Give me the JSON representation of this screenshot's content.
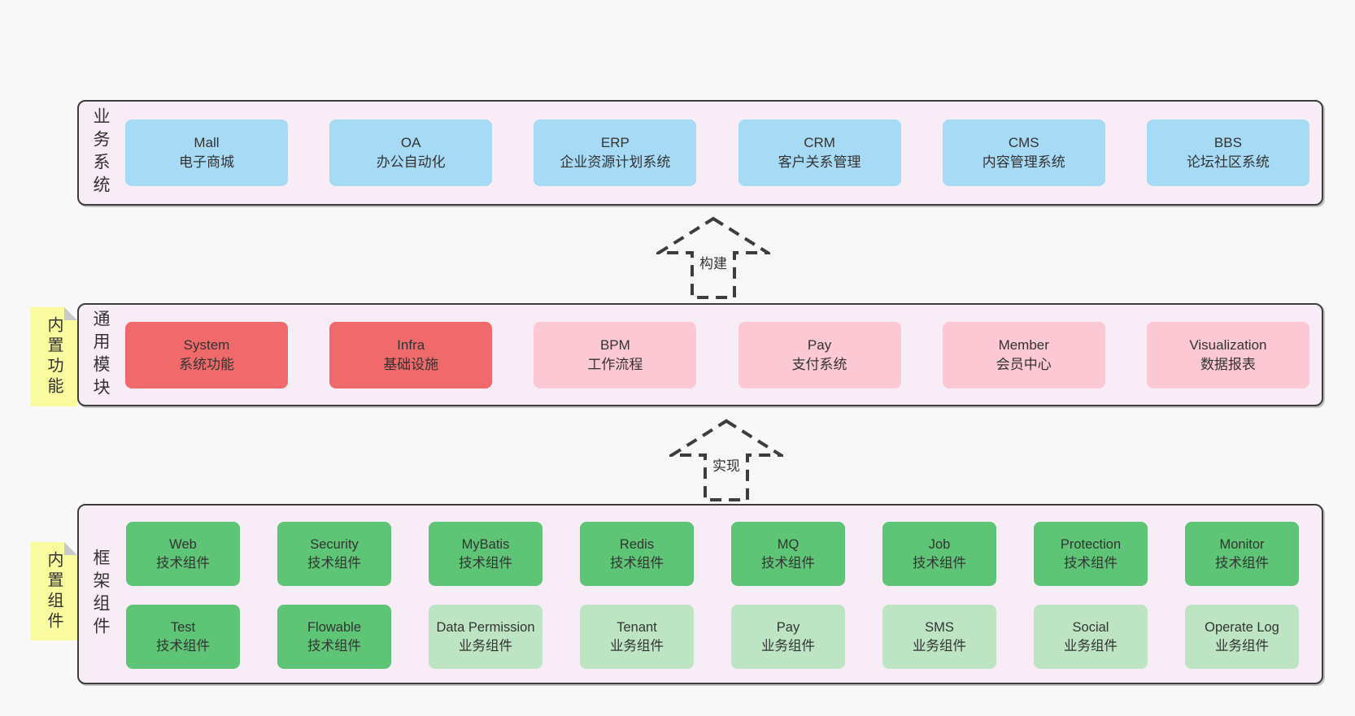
{
  "colors": {
    "page_background": "#f8f8f8",
    "container_background": "#f8edf7",
    "container_border": "#3d3d3d",
    "box_blue": "#a7daf5",
    "box_red": "#f0696b",
    "box_pink": "#fbc8d3",
    "box_green": "#5ec476",
    "box_green_light": "#bde5c4",
    "note_yellow": "#fafa9e",
    "text": "#333333"
  },
  "sections": {
    "business": {
      "label": "业务系统",
      "boxes": [
        {
          "title": "Mall",
          "subtitle": "电子商城",
          "variant": "blue"
        },
        {
          "title": "OA",
          "subtitle": "办公自动化",
          "variant": "blue"
        },
        {
          "title": "ERP",
          "subtitle": "企业资源计划系统",
          "variant": "blue"
        },
        {
          "title": "CRM",
          "subtitle": "客户关系管理",
          "variant": "blue"
        },
        {
          "title": "CMS",
          "subtitle": "内容管理系统",
          "variant": "blue"
        },
        {
          "title": "BBS",
          "subtitle": "论坛社区系统",
          "variant": "blue"
        }
      ]
    },
    "modules": {
      "label": "通用模块",
      "note": "内置功能",
      "boxes": [
        {
          "title": "System",
          "subtitle": "系统功能",
          "variant": "red"
        },
        {
          "title": "Infra",
          "subtitle": "基础设施",
          "variant": "red"
        },
        {
          "title": "BPM",
          "subtitle": "工作流程",
          "variant": "pink"
        },
        {
          "title": "Pay",
          "subtitle": "支付系统",
          "variant": "pink"
        },
        {
          "title": "Member",
          "subtitle": "会员中心",
          "variant": "pink"
        },
        {
          "title": "Visualization",
          "subtitle": "数据报表",
          "variant": "pink"
        }
      ]
    },
    "components": {
      "label": "框架组件",
      "note": "内置组件",
      "row1": [
        {
          "title": "Web",
          "subtitle": "技术组件",
          "variant": "green"
        },
        {
          "title": "Security",
          "subtitle": "技术组件",
          "variant": "green"
        },
        {
          "title": "MyBatis",
          "subtitle": "技术组件",
          "variant": "green"
        },
        {
          "title": "Redis",
          "subtitle": "技术组件",
          "variant": "green"
        },
        {
          "title": "MQ",
          "subtitle": "技术组件",
          "variant": "green"
        },
        {
          "title": "Job",
          "subtitle": "技术组件",
          "variant": "green"
        },
        {
          "title": "Protection",
          "subtitle": "技术组件",
          "variant": "green"
        },
        {
          "title": "Monitor",
          "subtitle": "技术组件",
          "variant": "green"
        }
      ],
      "row2": [
        {
          "title": "Test",
          "subtitle": "技术组件",
          "variant": "green"
        },
        {
          "title": "Flowable",
          "subtitle": "技术组件",
          "variant": "green"
        },
        {
          "title": "Data Permission",
          "subtitle": "业务组件",
          "variant": "green-light"
        },
        {
          "title": "Tenant",
          "subtitle": "业务组件",
          "variant": "green-light"
        },
        {
          "title": "Pay",
          "subtitle": "业务组件",
          "variant": "green-light"
        },
        {
          "title": "SMS",
          "subtitle": "业务组件",
          "variant": "green-light"
        },
        {
          "title": "Social",
          "subtitle": "业务组件",
          "variant": "green-light"
        },
        {
          "title": "Operate Log",
          "subtitle": "业务组件",
          "variant": "green-light"
        }
      ]
    },
    "arrows": [
      {
        "label": "构建"
      },
      {
        "label": "实现"
      }
    ]
  }
}
